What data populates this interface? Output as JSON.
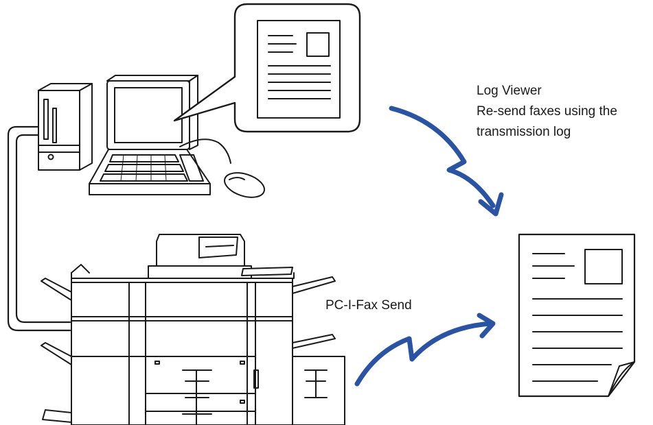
{
  "labels": {
    "log_viewer": {
      "title": "Log Viewer",
      "line2": "Re-send faxes using the",
      "line3": "transmission log"
    },
    "pc_ifax_send": "PC-I-Fax Send"
  },
  "icons": {
    "computer": "desktop-computer-icon",
    "monitor": "monitor-icon",
    "keyboard": "keyboard-icon",
    "mouse": "mouse-icon",
    "speech_bubble": "speech-bubble-document-icon",
    "multifunction_printer": "multifunction-printer-icon",
    "document": "fax-document-icon"
  },
  "colors": {
    "arrow": "#2b53a4",
    "line": "#1a1a1a",
    "background": "#ffffff"
  }
}
